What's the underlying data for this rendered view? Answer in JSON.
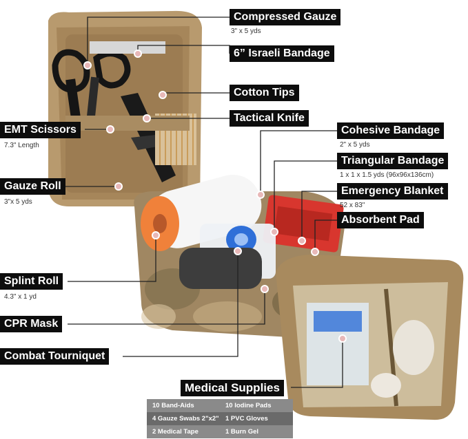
{
  "labels": {
    "compressed_gauze": {
      "title": "Compressed Gauze",
      "sub": "3\" x 5 yds"
    },
    "israeli_bandage": {
      "title": "6” Israeli Bandage"
    },
    "cotton_tips": {
      "title": "Cotton Tips"
    },
    "tactical_knife": {
      "title": "Tactical Knife"
    },
    "emt_scissors": {
      "title": "EMT Scissors",
      "sub": "7.3\" Length"
    },
    "cohesive_bandage": {
      "title": "Cohesive Bandage",
      "sub": "2\" x 5 yds"
    },
    "triangular_bandage": {
      "title": "Triangular Bandage",
      "sub": "1 x 1 x 1.5 yds (96x96x136cm)"
    },
    "gauze_roll": {
      "title": "Gauze Roll",
      "sub": "3\"x 5 yds"
    },
    "emergency_blanket": {
      "title": "Emergency Blanket",
      "sub": "52 x 83\""
    },
    "absorbent_pad": {
      "title": "Absorbent Pad"
    },
    "splint_roll": {
      "title": "Splint Roll",
      "sub": "4.3\" x 1 yd"
    },
    "cpr_mask": {
      "title": "CPR Mask"
    },
    "combat_tourniquet": {
      "title": "Combat Tourniquet"
    },
    "medical_supplies": {
      "title": "Medical Supplies"
    }
  },
  "supplies_table": [
    [
      "10  Band-Aids",
      "10  Iodine Pads"
    ],
    [
      "4  Gauze Swabs 2\"x2\"",
      "1  PVC Gloves"
    ],
    [
      "2  Medical Tape",
      "1  Burn Gel"
    ]
  ],
  "colors": {
    "label_bg": "#0d0d0d",
    "label_text": "#ffffff",
    "pointer_dot": "#e8b8b8",
    "tan": "#b89a6e",
    "tourniquet_orange": "#f0813a",
    "cpr_blue": "#2f6fd8",
    "blanket_red": "#d8362e"
  },
  "icons": {
    "pointer": "pink-dot-icon"
  }
}
